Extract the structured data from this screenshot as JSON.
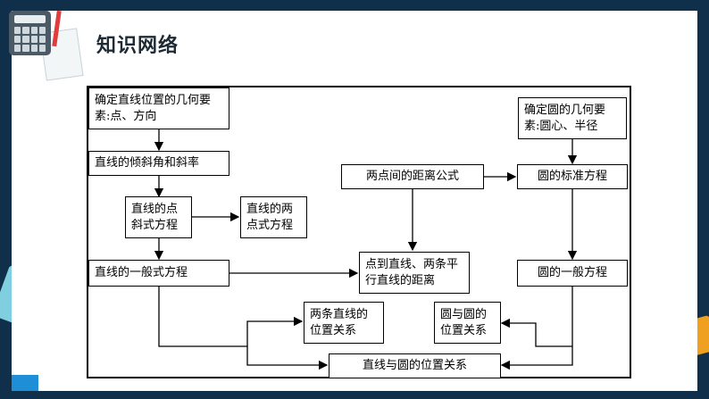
{
  "slide": {
    "title": "知识网络",
    "accent": "#1e8fd6",
    "background": "#0f2f4a"
  },
  "diagram": {
    "nodes": {
      "line_elements": "确定直线位置的几何要素:点、方向",
      "slope": "直线的倾斜角和斜率",
      "point_slope": "直线的点斜式方程",
      "two_point": "直线的两点式方程",
      "general_line": "直线的一般式方程",
      "distance_formula": "两点间的距离公式",
      "point_line_distance": "点到直线、两条平行直线的距离",
      "two_lines_relation": "两条直线的位置关系",
      "circle_elements": "确定圆的几何要素:圆心、半径",
      "circle_standard": "圆的标准方程",
      "circle_general": "圆的一般方程",
      "circle_circle": "圆与圆的位置关系",
      "line_circle": "直线与圆的位置关系"
    }
  }
}
